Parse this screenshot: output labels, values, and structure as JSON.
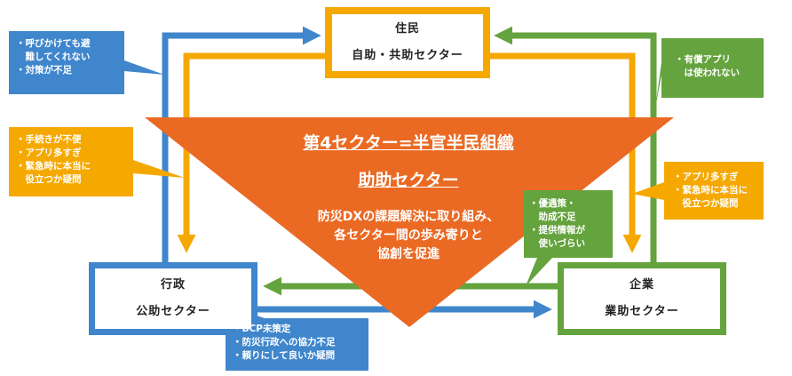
{
  "colors": {
    "resident": "#f5a800",
    "admin": "#3f86cc",
    "company": "#64a33d",
    "center": "#ea6a24"
  },
  "resident": {
    "title": "住民",
    "subtitle": "自助・共助セクター"
  },
  "admin": {
    "title": "行政",
    "subtitle": "公助セクター"
  },
  "company": {
    "title": "企業",
    "subtitle": "業助セクター"
  },
  "center": {
    "title1": "第4セクター=半官半民組織",
    "title2": "助助セクター",
    "body": [
      "防災DXの課題解決に取り組み、",
      "各セクター間の歩み寄りと",
      "協創を促進"
    ]
  },
  "notes": {
    "admin_to_resident": [
      "・呼びかけても避",
      "　難してくれない",
      "・対策が不足"
    ],
    "resident_to_admin": [
      "・手続きが不便",
      "・アプリ多すぎ",
      "・緊急時に本当に",
      "　役立つか疑問"
    ],
    "company_to_resident": [
      "・有償アプリ",
      "　は使われない"
    ],
    "resident_to_company": [
      "・アプリ多すぎ",
      "・緊急時に本当に",
      "　役立つか疑問"
    ],
    "company_to_admin": [
      "・優遇策・",
      "　助成不足",
      "・提供情報が",
      "　使いづらい"
    ],
    "admin_to_company": [
      "・BCP未策定",
      "・防災行政への協力不足",
      "・頼りにして良いか疑問"
    ]
  }
}
